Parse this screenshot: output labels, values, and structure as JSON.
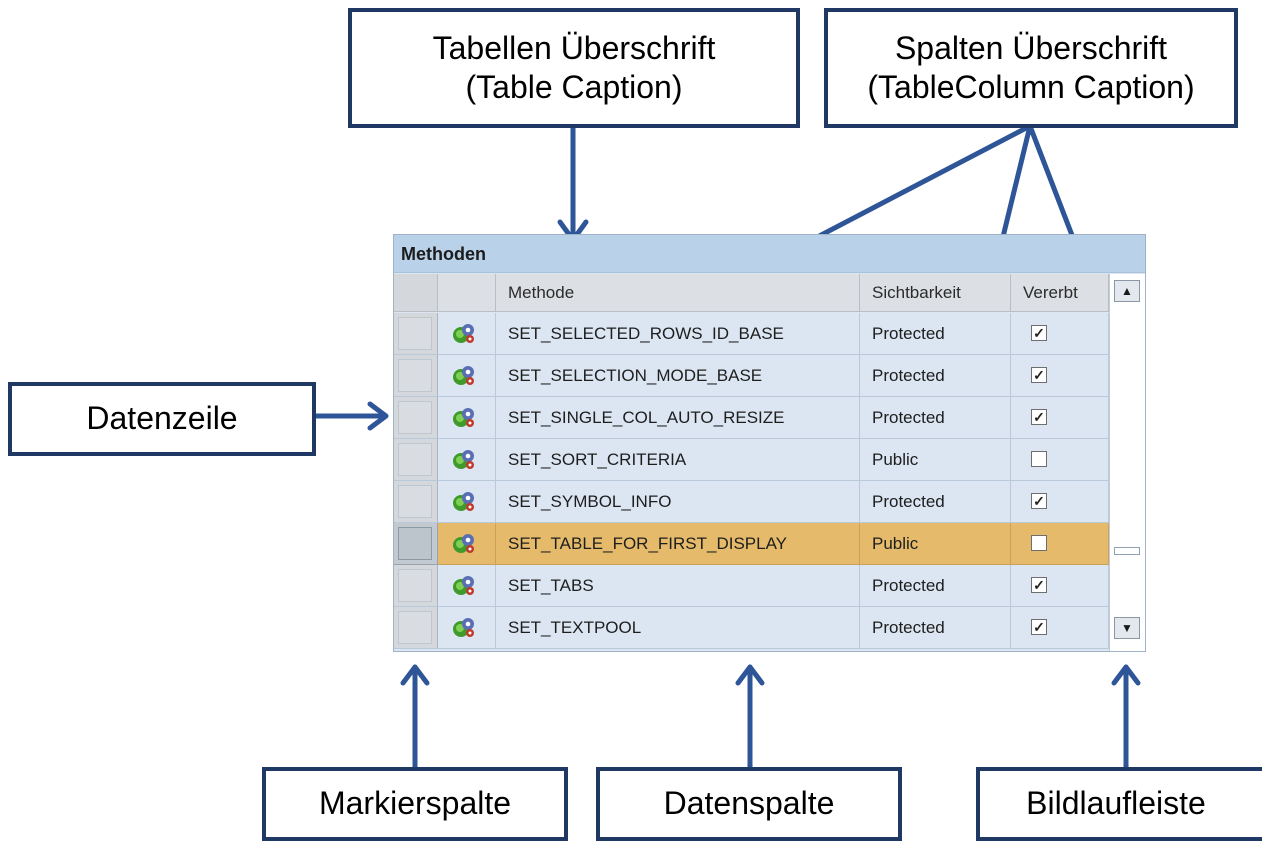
{
  "labels": {
    "table_caption_de": "Tabellen Überschrift",
    "table_caption_en": "(Table Caption)",
    "column_caption_de": "Spalten Überschrift",
    "column_caption_en": "(TableColumn Caption)",
    "data_row": "Datenzeile",
    "selection_column": "Markierspalte",
    "data_column": "Datenspalte",
    "scrollbar": "Bildlaufleiste"
  },
  "table": {
    "caption": "Methoden",
    "columns": [
      "Methode",
      "Sichtbarkeit",
      "Vererbt"
    ],
    "rows": [
      {
        "method": "SET_SELECTED_ROWS_ID_BASE",
        "visibility": "Protected",
        "inherited": true
      },
      {
        "method": "SET_SELECTION_MODE_BASE",
        "visibility": "Protected",
        "inherited": true
      },
      {
        "method": "SET_SINGLE_COL_AUTO_RESIZE",
        "visibility": "Protected",
        "inherited": true
      },
      {
        "method": "SET_SORT_CRITERIA",
        "visibility": "Public",
        "inherited": false
      },
      {
        "method": "SET_SYMBOL_INFO",
        "visibility": "Protected",
        "inherited": true
      },
      {
        "method": "SET_TABLE_FOR_FIRST_DISPLAY",
        "visibility": "Public",
        "inherited": false,
        "selected": true
      },
      {
        "method": "SET_TABS",
        "visibility": "Protected",
        "inherited": true
      },
      {
        "method": "SET_TEXTPOOL",
        "visibility": "Protected",
        "inherited": true
      }
    ]
  },
  "icons": {
    "row_icon": "method-gear-icon",
    "check": "✓",
    "scroll_up": "▲",
    "scroll_down": "▼"
  },
  "colors": {
    "callout_border": "#1f3864",
    "arrow": "#2e5597",
    "caption_bar": "#b9d2ea",
    "selected_row": "#e5bb6b"
  }
}
